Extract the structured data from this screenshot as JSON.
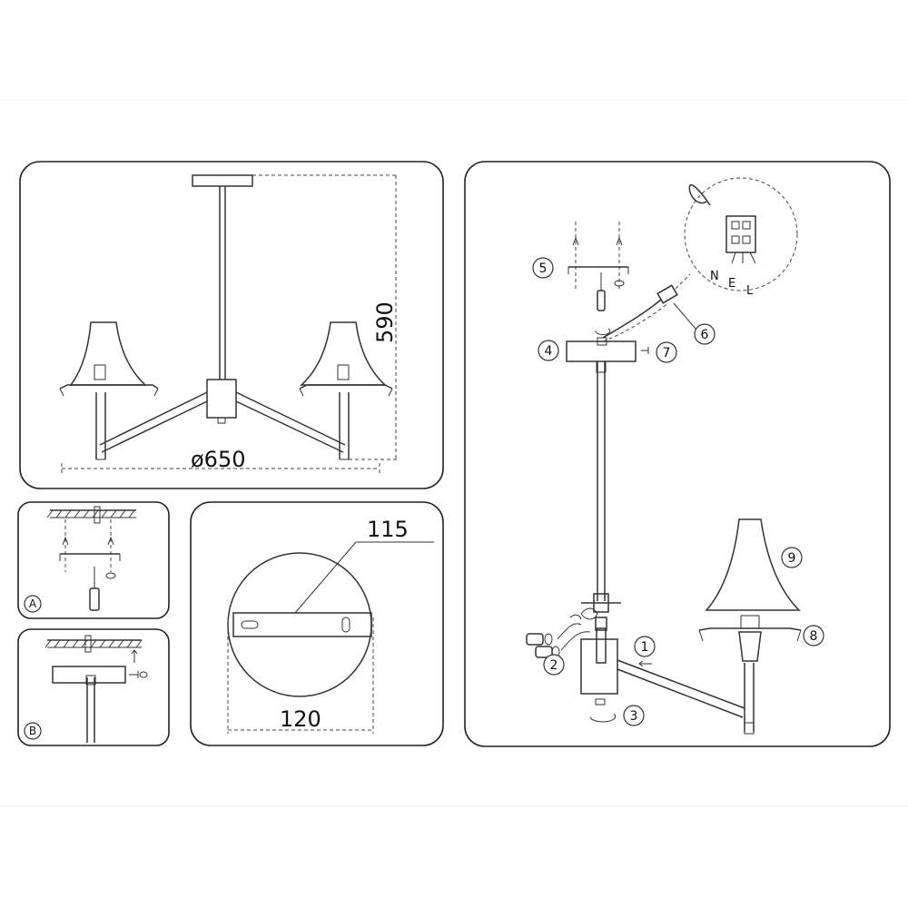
{
  "overview": {
    "height_label": "590",
    "diameter_label": "ø650"
  },
  "mount_steps": {
    "a_label": "A",
    "b_label": "B"
  },
  "canopy_detail": {
    "top_label": "115",
    "width_label": "120"
  },
  "assembly": {
    "steps": [
      "1",
      "2",
      "3",
      "4",
      "5",
      "6",
      "7",
      "8",
      "9"
    ],
    "wire_n": "N",
    "wire_e": "E",
    "wire_l": "L"
  }
}
